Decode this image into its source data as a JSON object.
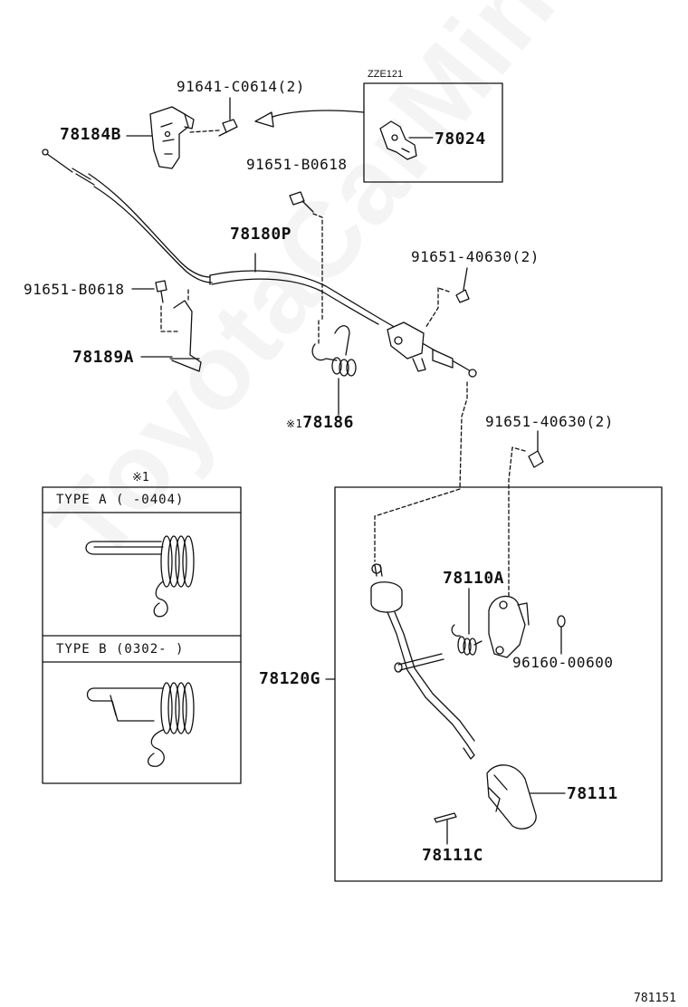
{
  "watermark": "ToyotaCarMine.ru",
  "diagram_id": "781151",
  "labels": {
    "p91641": "91641-C0614(2)",
    "p78184B": "78184B",
    "zze121": "ZZE121",
    "p78024": "78024",
    "p91651_b0618_top": "91651-B0618",
    "p78180P": "78180P",
    "p91651_40630_top": "91651-40630(2)",
    "p91651_b0618_left": "91651-B0618",
    "p78189A": "78189A",
    "footnote_mark": "※1",
    "p78186": "78186",
    "p91651_40630_lower": "91651-40630(2)",
    "table_mark": "※1",
    "p78110A": "78110A",
    "p96160": "96160-00600",
    "p78120G": "78120G",
    "p78111": "78111",
    "p78111C": "78111C"
  },
  "table": {
    "type_a": "TYPE A (     -0404)",
    "type_b": "TYPE B (0302-     )"
  }
}
